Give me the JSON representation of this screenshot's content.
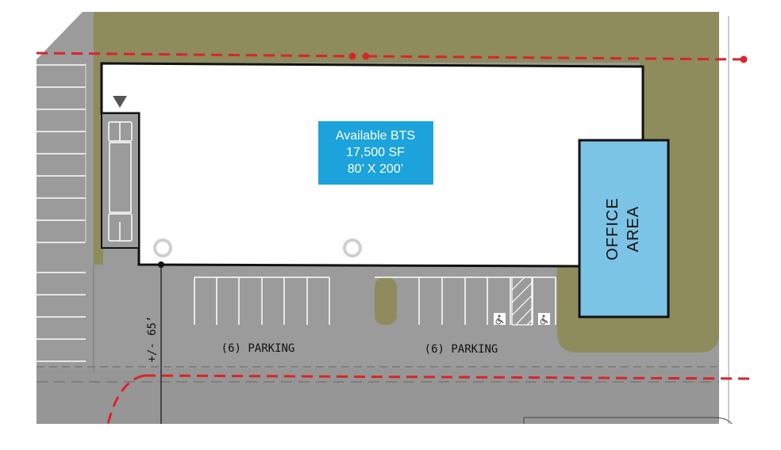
{
  "building": {
    "line1": "Available BTS",
    "line2": "17,500 SF",
    "line3": "80’ X 200’"
  },
  "office": {
    "line1": "OFFICE",
    "line2": "AREA"
  },
  "parking": {
    "left": "(6) PARKING",
    "right": "(6) PARKING"
  },
  "dimension": "+/- 65’",
  "colors": {
    "pavement": "#9b9b9b",
    "landscape": "#8e8b5d",
    "building": "#ffffff",
    "callout": "#1ca3dc",
    "office": "#7cc4e6",
    "property_line": "#d8252a",
    "striping": "#ffffff"
  },
  "icons": [
    "loading-dock-arrow-icon",
    "truck-trailer-icon",
    "tree-icon",
    "accessible-parking-icon"
  ]
}
